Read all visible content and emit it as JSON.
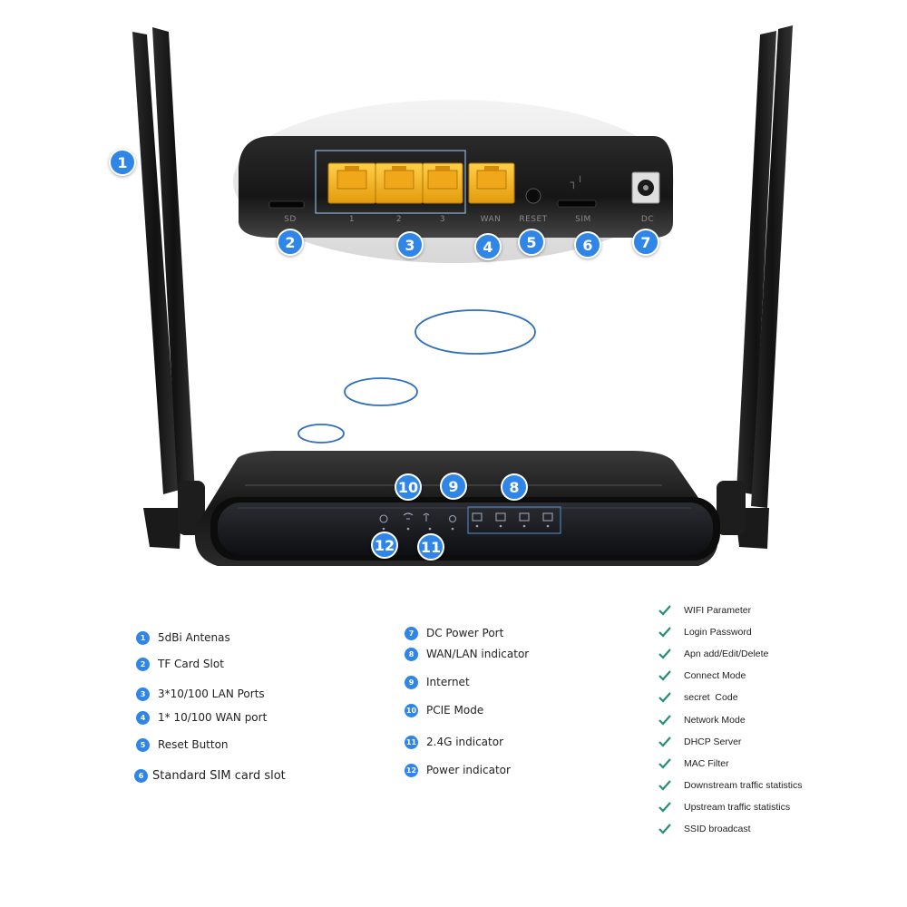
{
  "colors": {
    "accent": "#2f86e6",
    "check": "#2a8c78",
    "port_yellow": "#f5b21b",
    "body": "#1b1b1b"
  },
  "rear_panel": {
    "port_labels": [
      "SD",
      "1",
      "2",
      "3",
      "WAN",
      "RESET",
      "SIM",
      "DC"
    ]
  },
  "callouts": {
    "c1": "1",
    "c2": "2",
    "c3": "3",
    "c4": "4",
    "c5": "5",
    "c6": "6",
    "c7": "7",
    "c8": "8",
    "c9": "9",
    "c10": "10",
    "c11": "11",
    "c12": "12"
  },
  "legend_left": [
    {
      "num": "1",
      "label": "5dBi Antenas"
    },
    {
      "num": "2",
      "label": "TF Card Slot"
    },
    {
      "num": "3",
      "label": "3*10/100 LAN Ports"
    },
    {
      "num": "4",
      "label": "1* 10/100 WAN port"
    },
    {
      "num": "5",
      "label": "Reset Button"
    },
    {
      "num": "6",
      "label": "Standard SIM card slot"
    }
  ],
  "legend_mid": [
    {
      "num": "7",
      "label": "DC Power Port"
    },
    {
      "num": "8",
      "label": "WAN/LAN indicator"
    },
    {
      "num": "9",
      "label": "Internet"
    },
    {
      "num": "10",
      "label": "PCIE Mode"
    },
    {
      "num": "11",
      "label": "2.4G indicator"
    },
    {
      "num": "12",
      "label": "Power indicator"
    }
  ],
  "features": [
    "WIFI Parameter",
    "Login Password",
    "Apn add/Edit/Delete",
    "Connect Mode",
    "secret  Code",
    "Network Mode",
    "DHCP Server",
    "MAC Filter",
    "Downstream traffic statistics",
    "Upstream traffic statistics",
    "SSID broadcast"
  ]
}
